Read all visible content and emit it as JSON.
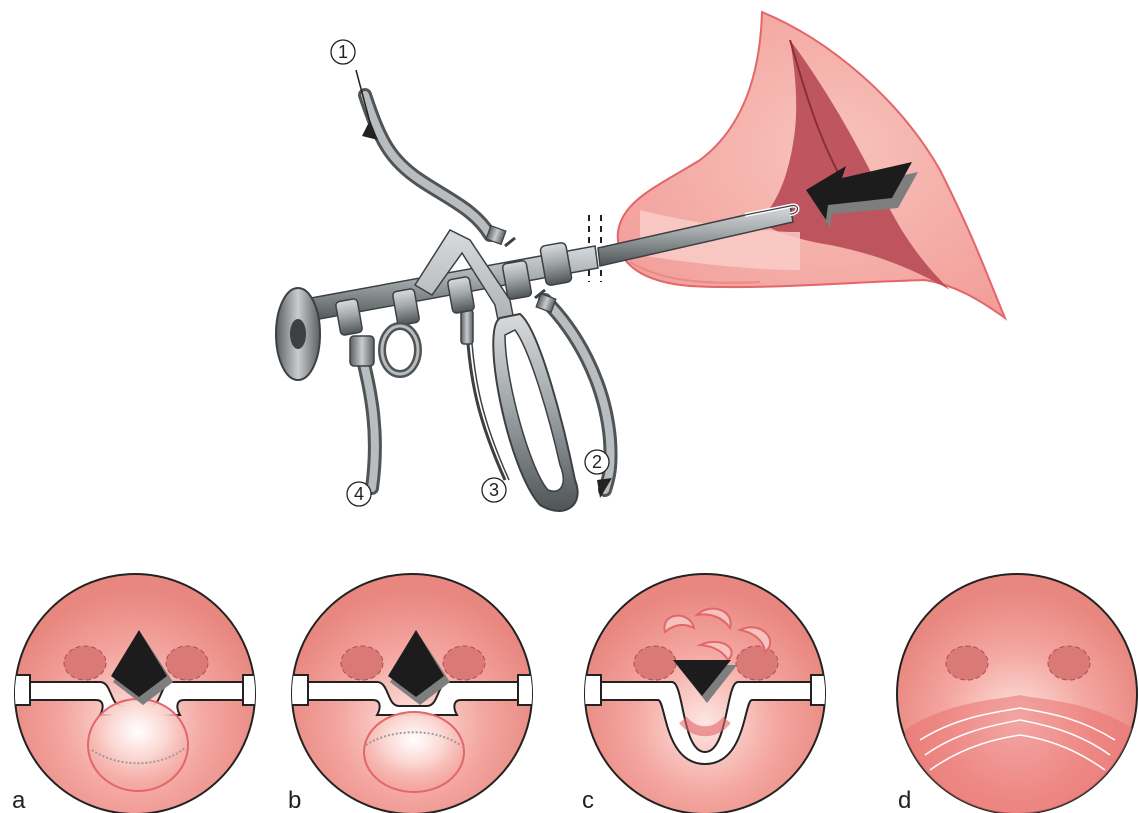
{
  "figure": {
    "callouts": [
      "1",
      "2",
      "3",
      "4"
    ],
    "panels": [
      {
        "label": "a",
        "stage": "loop-behind-tissue"
      },
      {
        "label": "b",
        "stage": "loop-cutting"
      },
      {
        "label": "c",
        "stage": "loop-retracted-chips-floating"
      },
      {
        "label": "d",
        "stage": "resected-area"
      }
    ],
    "arrow_icon": "direction-arrow-icon",
    "colors": {
      "tissue_fill": "#f6b3ad",
      "tissue_dark": "#b84a55",
      "tissue_edge": "#e2666a",
      "instrument_metal": "#8f9497",
      "instrument_dark": "#3c4043",
      "arrow": "#1c1c1c",
      "arrow_shadow": "#7e7e7e"
    }
  }
}
